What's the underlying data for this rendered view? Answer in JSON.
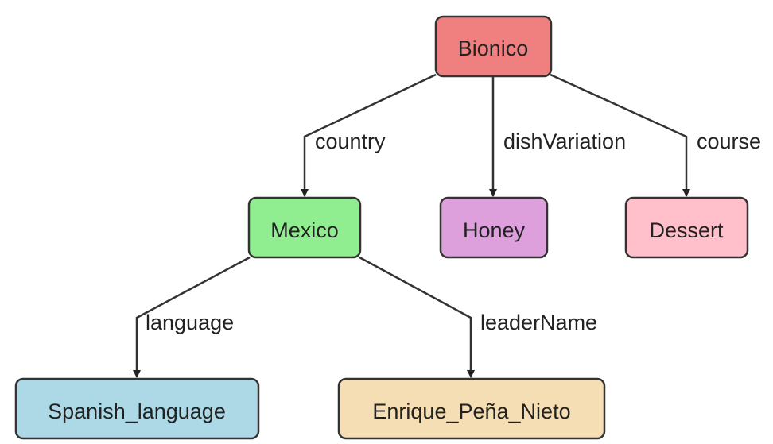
{
  "nodes": {
    "bionico": {
      "label": "Bionico",
      "color": "#f08080"
    },
    "mexico": {
      "label": "Mexico",
      "color": "#90ee90"
    },
    "honey": {
      "label": "Honey",
      "color": "#dda0dd"
    },
    "dessert": {
      "label": "Dessert",
      "color": "#ffc0cb"
    },
    "spanish_language": {
      "label": "Spanish_language",
      "color": "#add8e6"
    },
    "enrique": {
      "label": "Enrique_Peña_Nieto",
      "color": "#f5deb3"
    }
  },
  "edges": {
    "country": {
      "label": "country",
      "from": "Bionico",
      "to": "Mexico"
    },
    "dish_variation": {
      "label": "dishVariation",
      "from": "Bionico",
      "to": "Honey"
    },
    "course": {
      "label": "course",
      "from": "Bionico",
      "to": "Dessert"
    },
    "language": {
      "label": "language",
      "from": "Mexico",
      "to": "Spanish_language"
    },
    "leader_name": {
      "label": "leaderName",
      "from": "Mexico",
      "to": "Enrique_Peña_Nieto"
    }
  }
}
